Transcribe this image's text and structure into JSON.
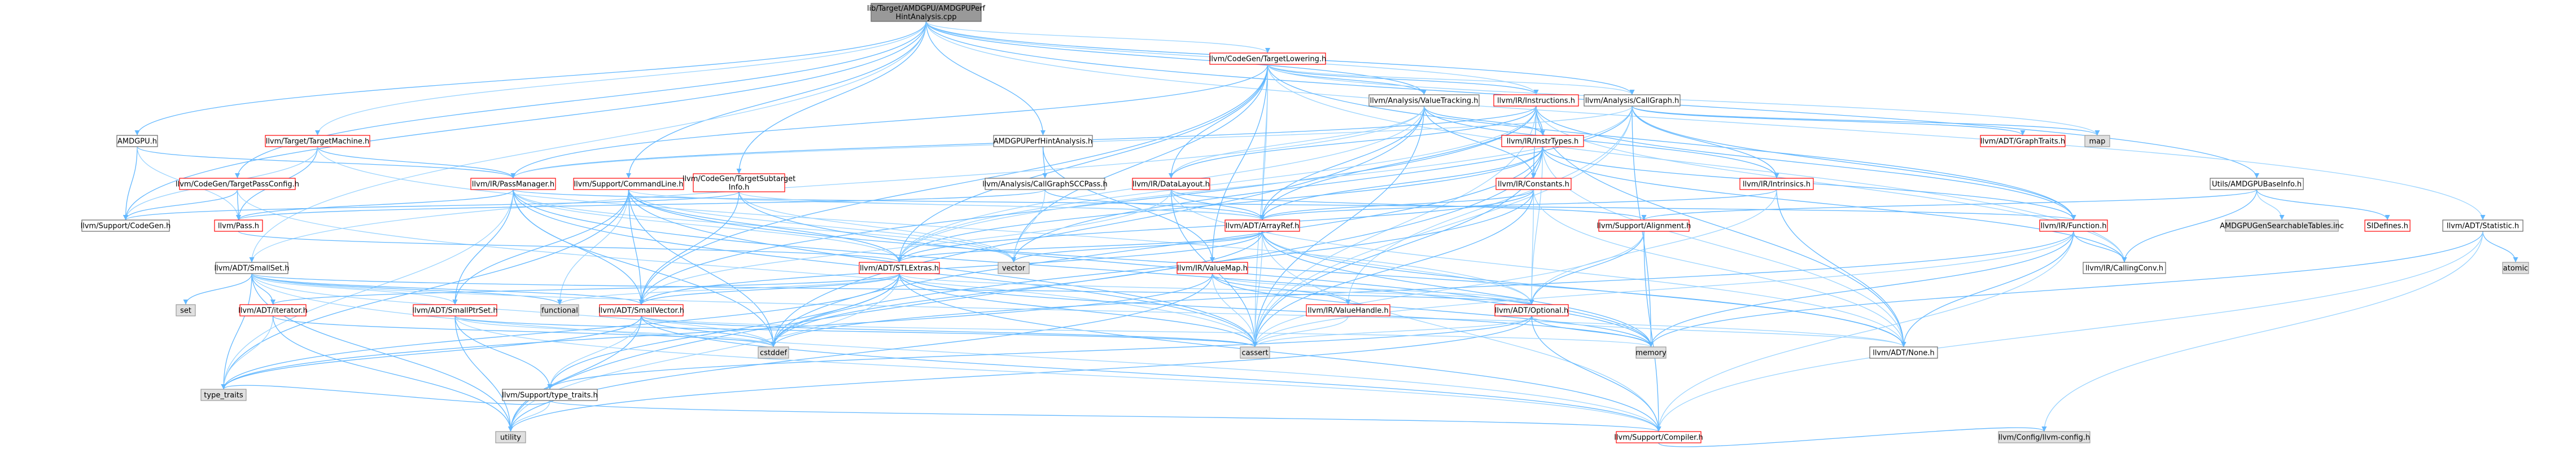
{
  "colors": {
    "root_fill": "#999999",
    "node_border_red": "#ff0000",
    "node_border_gray": "#666666",
    "leaf_fill": "#e0e0e0",
    "edge": "#63b8ff"
  },
  "nodes": [
    {
      "id": "root",
      "lines": [
        "lib/Target/AMDGPU/AMDGPUPerf",
        "HintAnalysis.cpp"
      ],
      "kind": "root"
    },
    {
      "id": "tl",
      "lines": [
        "llvm/CodeGen/TargetLowering.h"
      ],
      "kind": "red"
    },
    {
      "id": "amdgpu_h",
      "lines": [
        "AMDGPU.h"
      ],
      "kind": "blue"
    },
    {
      "id": "perfhint",
      "lines": [
        "AMDGPUPerfHintAnalysis.h"
      ],
      "kind": "blue"
    },
    {
      "id": "tm",
      "lines": [
        "llvm/Target/TargetMachine.h"
      ],
      "kind": "red"
    },
    {
      "id": "tpc",
      "lines": [
        "llvm/CodeGen/TargetPassConfig.h"
      ],
      "kind": "red"
    },
    {
      "id": "vt",
      "lines": [
        "llvm/Analysis/ValueTracking.h"
      ],
      "kind": "blue"
    },
    {
      "id": "instructions",
      "lines": [
        "llvm/IR/Instructions.h"
      ],
      "kind": "red"
    },
    {
      "id": "callgraph",
      "lines": [
        "llvm/Analysis/CallGraph.h"
      ],
      "kind": "blue"
    },
    {
      "id": "instrtypes",
      "lines": [
        "llvm/IR/InstrTypes.h"
      ],
      "kind": "red"
    },
    {
      "id": "graphtraits",
      "lines": [
        "llvm/ADT/GraphTraits.h"
      ],
      "kind": "red"
    },
    {
      "id": "map",
      "lines": [
        "map"
      ],
      "kind": "gray"
    },
    {
      "id": "utilsbase",
      "lines": [
        "Utils/AMDGPUBaseInfo.h"
      ],
      "kind": "blue"
    },
    {
      "id": "statistic",
      "lines": [
        "llvm/ADT/Statistic.h"
      ],
      "kind": "blue"
    },
    {
      "id": "passmgr",
      "lines": [
        "llvm/IR/PassManager.h"
      ],
      "kind": "red"
    },
    {
      "id": "cmdline",
      "lines": [
        "llvm/Support/CommandLine.h"
      ],
      "kind": "red"
    },
    {
      "id": "tsi",
      "lines": [
        "llvm/CodeGen/TargetSubtarget",
        "Info.h"
      ],
      "kind": "red"
    },
    {
      "id": "cgscc",
      "lines": [
        "llvm/Analysis/CallGraphSCCPass.h"
      ],
      "kind": "blue"
    },
    {
      "id": "datalayout",
      "lines": [
        "llvm/IR/DataLayout.h"
      ],
      "kind": "red"
    },
    {
      "id": "constants",
      "lines": [
        "llvm/IR/Constants.h"
      ],
      "kind": "red"
    },
    {
      "id": "intrinsics",
      "lines": [
        "llvm/IR/Intrinsics.h"
      ],
      "kind": "red"
    },
    {
      "id": "sicodegen",
      "lines": [
        "llvm/Support/CodeGen.h"
      ],
      "kind": "blue"
    },
    {
      "id": "pass",
      "lines": [
        "llvm/Pass.h"
      ],
      "kind": "red"
    },
    {
      "id": "arrayref",
      "lines": [
        "llvm/ADT/ArrayRef.h"
      ],
      "kind": "red"
    },
    {
      "id": "alignment",
      "lines": [
        "llvm/Support/Alignment.h"
      ],
      "kind": "red"
    },
    {
      "id": "function",
      "lines": [
        "llvm/IR/Function.h"
      ],
      "kind": "red"
    },
    {
      "id": "gensearch",
      "lines": [
        "AMDGPUGenSearchableTables.inc"
      ],
      "kind": "gray"
    },
    {
      "id": "sidefines",
      "lines": [
        "SIDefines.h"
      ],
      "kind": "red"
    },
    {
      "id": "smallset",
      "lines": [
        "llvm/ADT/SmallSet.h"
      ],
      "kind": "blue"
    },
    {
      "id": "stlextras",
      "lines": [
        "llvm/ADT/STLExtras.h"
      ],
      "kind": "red"
    },
    {
      "id": "vector",
      "lines": [
        "vector"
      ],
      "kind": "gray"
    },
    {
      "id": "valuemap",
      "lines": [
        "llvm/IR/ValueMap.h"
      ],
      "kind": "red"
    },
    {
      "id": "optional",
      "lines": [
        "llvm/ADT/Optional.h"
      ],
      "kind": "red"
    },
    {
      "id": "callingconv",
      "lines": [
        "llvm/IR/CallingConv.h"
      ],
      "kind": "blue"
    },
    {
      "id": "atomic",
      "lines": [
        "atomic"
      ],
      "kind": "gray"
    },
    {
      "id": "set",
      "lines": [
        "set"
      ],
      "kind": "gray"
    },
    {
      "id": "iterator",
      "lines": [
        "llvm/ADT/iterator.h"
      ],
      "kind": "red"
    },
    {
      "id": "smallptrset",
      "lines": [
        "llvm/ADT/SmallPtrSet.h"
      ],
      "kind": "red"
    },
    {
      "id": "functional",
      "lines": [
        "functional"
      ],
      "kind": "gray"
    },
    {
      "id": "smallvector",
      "lines": [
        "llvm/ADT/SmallVector.h"
      ],
      "kind": "red"
    },
    {
      "id": "valuehandle",
      "lines": [
        "llvm/IR/ValueHandle.h"
      ],
      "kind": "red"
    },
    {
      "id": "cstddef",
      "lines": [
        "cstddef"
      ],
      "kind": "gray"
    },
    {
      "id": "cassert",
      "lines": [
        "cassert"
      ],
      "kind": "gray"
    },
    {
      "id": "memory",
      "lines": [
        "memory"
      ],
      "kind": "gray"
    },
    {
      "id": "none",
      "lines": [
        "llvm/ADT/None.h"
      ],
      "kind": "blue"
    },
    {
      "id": "typetraits_llvm",
      "lines": [
        "llvm/Support/type_traits.h"
      ],
      "kind": "blue"
    },
    {
      "id": "type_traits",
      "lines": [
        "type_traits"
      ],
      "kind": "gray"
    },
    {
      "id": "utility",
      "lines": [
        "utility"
      ],
      "kind": "gray"
    },
    {
      "id": "compiler",
      "lines": [
        "llvm/Support/Compiler.h"
      ],
      "kind": "red"
    },
    {
      "id": "llvmconfig",
      "lines": [
        "llvm/Config/llvm-config.h"
      ],
      "kind": "gray"
    }
  ],
  "edges": [
    [
      "root",
      "tl"
    ],
    [
      "root",
      "amdgpu_h"
    ],
    [
      "root",
      "perfhint"
    ],
    [
      "root",
      "tm"
    ],
    [
      "root",
      "tpc"
    ],
    [
      "root",
      "vt"
    ],
    [
      "root",
      "instructions"
    ],
    [
      "root",
      "callgraph"
    ],
    [
      "root",
      "utilsbase"
    ],
    [
      "root",
      "statistic"
    ],
    [
      "root",
      "cmdline"
    ],
    [
      "root",
      "tsi"
    ],
    [
      "root",
      "smallset"
    ],
    [
      "root",
      "sicodegen"
    ],
    [
      "tl",
      "instructions"
    ],
    [
      "tl",
      "callgraph"
    ],
    [
      "tl",
      "vt"
    ],
    [
      "tl",
      "datalayout"
    ],
    [
      "tl",
      "arrayref"
    ],
    [
      "tl",
      "stlextras"
    ],
    [
      "tl",
      "function"
    ],
    [
      "tl",
      "callingconv"
    ],
    [
      "tl",
      "smallvector"
    ],
    [
      "tl",
      "valuemap"
    ],
    [
      "tl",
      "cassert"
    ],
    [
      "tl",
      "vector"
    ],
    [
      "tl",
      "passmgr"
    ],
    [
      "tl",
      "map"
    ],
    [
      "amdgpu_h",
      "sicodegen"
    ],
    [
      "amdgpu_h",
      "passmgr"
    ],
    [
      "amdgpu_h",
      "pass"
    ],
    [
      "perfhint",
      "cgscc"
    ],
    [
      "perfhint",
      "valuemap"
    ],
    [
      "tm",
      "sicodegen"
    ],
    [
      "tm",
      "passmgr"
    ],
    [
      "tm",
      "pass"
    ],
    [
      "tm",
      "optional"
    ],
    [
      "tpc",
      "pass"
    ],
    [
      "tpc",
      "sicodegen"
    ],
    [
      "tpc",
      "cassert"
    ],
    [
      "vt",
      "instrtypes"
    ],
    [
      "vt",
      "arrayref"
    ],
    [
      "vt",
      "smallset"
    ],
    [
      "vt",
      "constants"
    ],
    [
      "vt",
      "intrinsics"
    ],
    [
      "vt",
      "datalayout"
    ],
    [
      "vt",
      "cstddef"
    ],
    [
      "vt",
      "cassert"
    ],
    [
      "vt",
      "stlextras"
    ],
    [
      "instructions",
      "instrtypes"
    ],
    [
      "instructions",
      "arrayref"
    ],
    [
      "instructions",
      "stlextras"
    ],
    [
      "instructions",
      "function"
    ],
    [
      "instructions",
      "constants"
    ],
    [
      "instructions",
      "callingconv"
    ],
    [
      "instructions",
      "none"
    ],
    [
      "instructions",
      "smallvector"
    ],
    [
      "instructions",
      "cassert"
    ],
    [
      "instructions",
      "datalayout"
    ],
    [
      "instructions",
      "passmgr"
    ],
    [
      "callgraph",
      "passmgr"
    ],
    [
      "callgraph",
      "graphtraits"
    ],
    [
      "callgraph",
      "map"
    ],
    [
      "callgraph",
      "valuehandle"
    ],
    [
      "callgraph",
      "function"
    ],
    [
      "callgraph",
      "intrinsics"
    ],
    [
      "callgraph",
      "stlextras"
    ],
    [
      "callgraph",
      "memory"
    ],
    [
      "callgraph",
      "vector"
    ],
    [
      "callgraph",
      "cassert"
    ],
    [
      "instrtypes",
      "arrayref"
    ],
    [
      "instrtypes",
      "stlextras"
    ],
    [
      "instrtypes",
      "optional"
    ],
    [
      "instrtypes",
      "function"
    ],
    [
      "instrtypes",
      "callingconv"
    ],
    [
      "instrtypes",
      "constants"
    ],
    [
      "instrtypes",
      "cstddef"
    ],
    [
      "instrtypes",
      "cassert"
    ],
    [
      "instrtypes",
      "none"
    ],
    [
      "instrtypes",
      "utility"
    ],
    [
      "utilsbase",
      "sidefines"
    ],
    [
      "utilsbase",
      "gensearch"
    ],
    [
      "utilsbase",
      "alignment"
    ],
    [
      "utilsbase",
      "callingconv"
    ],
    [
      "statistic",
      "compiler"
    ],
    [
      "statistic",
      "atomic"
    ],
    [
      "statistic",
      "memory"
    ],
    [
      "statistic",
      "llvmconfig"
    ],
    [
      "passmgr",
      "pass"
    ],
    [
      "passmgr",
      "function"
    ],
    [
      "passmgr",
      "stlextras"
    ],
    [
      "passmgr",
      "smallptrset"
    ],
    [
      "passmgr",
      "smallvector"
    ],
    [
      "passmgr",
      "type_traits"
    ],
    [
      "passmgr",
      "cassert"
    ],
    [
      "passmgr",
      "cstddef"
    ],
    [
      "passmgr",
      "vector"
    ],
    [
      "passmgr",
      "memory"
    ],
    [
      "cmdline",
      "stlextras"
    ],
    [
      "cmdline",
      "arrayref"
    ],
    [
      "cmdline",
      "smallptrset"
    ],
    [
      "cmdline",
      "smallvector"
    ],
    [
      "cmdline",
      "functional"
    ],
    [
      "cmdline",
      "cassert"
    ],
    [
      "cmdline",
      "cstddef"
    ],
    [
      "cmdline",
      "vector"
    ],
    [
      "cmdline",
      "type_traits"
    ],
    [
      "cmdline",
      "none"
    ],
    [
      "tsi",
      "arrayref"
    ],
    [
      "tsi",
      "smallvector"
    ],
    [
      "tsi",
      "sicodegen"
    ],
    [
      "tsi",
      "vector"
    ],
    [
      "tsi",
      "memory"
    ],
    [
      "cgscc",
      "pass"
    ],
    [
      "cgscc",
      "vector"
    ],
    [
      "cgscc",
      "arrayref"
    ],
    [
      "datalayout",
      "arrayref"
    ],
    [
      "datalayout",
      "smallvector"
    ],
    [
      "datalayout",
      "alignment"
    ],
    [
      "datalayout",
      "cassert"
    ],
    [
      "datalayout",
      "none"
    ],
    [
      "constants",
      "arrayref"
    ],
    [
      "constants",
      "stlextras"
    ],
    [
      "constants",
      "optional"
    ],
    [
      "constants",
      "cassert"
    ],
    [
      "constants",
      "cstddef"
    ],
    [
      "constants",
      "none"
    ],
    [
      "intrinsics",
      "arrayref"
    ],
    [
      "intrinsics",
      "none"
    ],
    [
      "intrinsics",
      "optional"
    ],
    [
      "pass",
      "stlextras"
    ],
    [
      "arrayref",
      "stlextras"
    ],
    [
      "arrayref",
      "optional"
    ],
    [
      "arrayref",
      "none"
    ],
    [
      "arrayref",
      "smallvector"
    ],
    [
      "arrayref",
      "compiler"
    ],
    [
      "arrayref",
      "vector"
    ],
    [
      "arrayref",
      "memory"
    ],
    [
      "arrayref",
      "cassert"
    ],
    [
      "arrayref",
      "cstddef"
    ],
    [
      "alignment",
      "optional"
    ],
    [
      "alignment",
      "cassert"
    ],
    [
      "alignment",
      "compiler"
    ],
    [
      "function",
      "callingconv"
    ],
    [
      "function",
      "compiler"
    ],
    [
      "function",
      "none"
    ],
    [
      "function",
      "memory"
    ],
    [
      "function",
      "cassert"
    ],
    [
      "function",
      "cstddef"
    ],
    [
      "smallset",
      "iterator"
    ],
    [
      "smallset",
      "smallptrset"
    ],
    [
      "smallset",
      "smallvector"
    ],
    [
      "smallset",
      "optional"
    ],
    [
      "smallset",
      "compiler"
    ],
    [
      "smallset",
      "set"
    ],
    [
      "smallset",
      "functional"
    ],
    [
      "smallset",
      "cstddef"
    ],
    [
      "smallset",
      "type_traits"
    ],
    [
      "smallset",
      "utility"
    ],
    [
      "smallset",
      "none"
    ],
    [
      "stlextras",
      "iterator"
    ],
    [
      "stlextras",
      "smallvector"
    ],
    [
      "stlextras",
      "optional"
    ],
    [
      "stlextras",
      "cassert"
    ],
    [
      "stlextras",
      "cstddef"
    ],
    [
      "stlextras",
      "functional"
    ],
    [
      "stlextras",
      "memory"
    ],
    [
      "stlextras",
      "type_traits"
    ],
    [
      "stlextras",
      "utility"
    ],
    [
      "stlextras",
      "typetraits_llvm"
    ],
    [
      "stlextras",
      "compiler"
    ],
    [
      "valuemap",
      "optional"
    ],
    [
      "valuemap",
      "valuehandle"
    ],
    [
      "valuemap",
      "memory"
    ],
    [
      "valuemap",
      "cassert"
    ],
    [
      "valuemap",
      "type_traits"
    ],
    [
      "valuemap",
      "utility"
    ],
    [
      "optional",
      "none"
    ],
    [
      "optional",
      "compiler"
    ],
    [
      "optional",
      "typetraits_llvm"
    ],
    [
      "optional",
      "cassert"
    ],
    [
      "optional",
      "memory"
    ],
    [
      "optional",
      "utility"
    ],
    [
      "iterator",
      "type_traits"
    ],
    [
      "iterator",
      "utility"
    ],
    [
      "iterator",
      "cstddef"
    ],
    [
      "smallptrset",
      "compiler"
    ],
    [
      "smallptrset",
      "typetraits_llvm"
    ],
    [
      "smallptrset",
      "cassert"
    ],
    [
      "smallptrset",
      "cstddef"
    ],
    [
      "smallptrset",
      "utility"
    ],
    [
      "smallvector",
      "compiler"
    ],
    [
      "smallvector",
      "typetraits_llvm"
    ],
    [
      "smallvector",
      "cassert"
    ],
    [
      "smallvector",
      "cstddef"
    ],
    [
      "smallvector",
      "memory"
    ],
    [
      "smallvector",
      "type_traits"
    ],
    [
      "smallvector",
      "utility"
    ],
    [
      "valuehandle",
      "cassert"
    ],
    [
      "typetraits_llvm",
      "compiler"
    ],
    [
      "typetraits_llvm",
      "type_traits"
    ],
    [
      "typetraits_llvm",
      "utility"
    ],
    [
      "compiler",
      "llvmconfig"
    ]
  ]
}
